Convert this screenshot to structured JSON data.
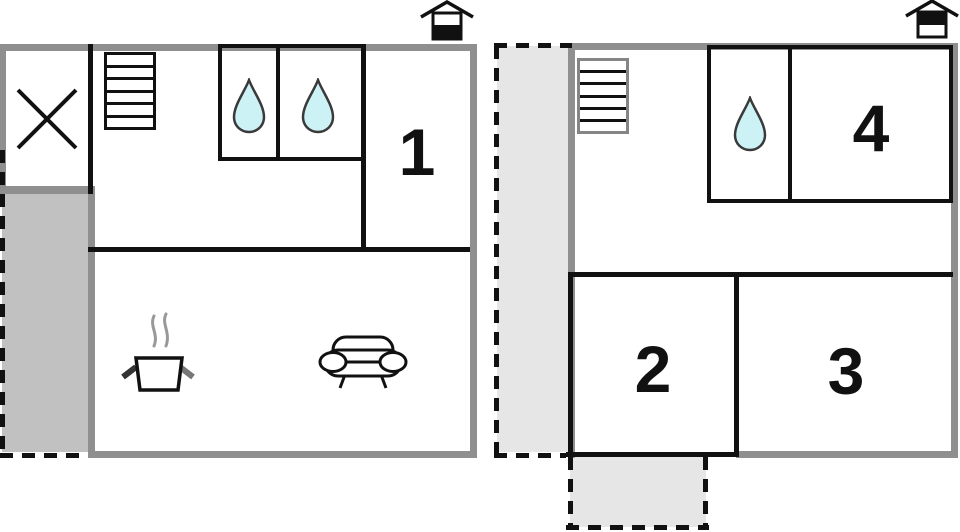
{
  "floorplan": {
    "colors": {
      "outer_wall_gray": "#8f8f8f",
      "inner_wall_black": "#111111",
      "ground_terrace_gray": "#c1c1c1",
      "upper_terrace_gray": "#e6e6e6",
      "water_drop_fill": "#cdf2f6",
      "water_drop_stroke": "#3a3a3a",
      "steam_gray": "#999999"
    },
    "ground_floor": {
      "level_marker": "house-ground-floor",
      "rooms": [
        {
          "id": "room-1",
          "label": "1"
        }
      ],
      "features": [
        "window-cross",
        "staircase",
        "water-drop",
        "water-drop",
        "cooking-pot",
        "sofa",
        "terrace-strip"
      ]
    },
    "upper_floor": {
      "level_marker": "house-upper-floor",
      "rooms": [
        {
          "id": "room-2",
          "label": "2"
        },
        {
          "id": "room-3",
          "label": "3"
        },
        {
          "id": "room-4",
          "label": "4"
        }
      ],
      "features": [
        "staircase",
        "water-drop",
        "terrace-strip",
        "balcony"
      ]
    }
  }
}
